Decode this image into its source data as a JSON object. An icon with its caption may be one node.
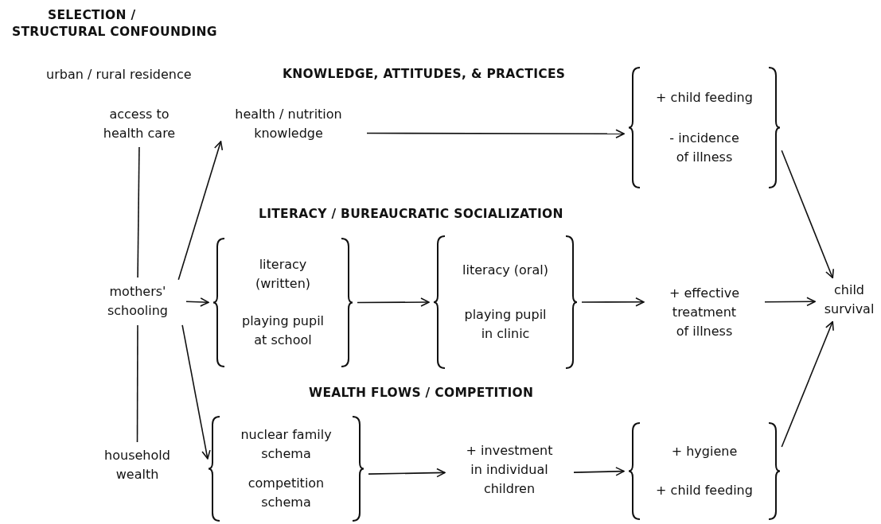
{
  "diagram": {
    "nodes": [
      {
        "text": [
          "access to health care"
        ]
      },
      {
        "text": [
          "health / nutrition knowledge"
        ]
      },
      {
        "text": [
          "+ child feeding",
          "- incidence of illness"
        ]
      },
      {
        "text": [
          "mothers' schooling"
        ]
      },
      {
        "text": [
          "literacy (written)",
          "playing pupil at school"
        ]
      },
      {
        "text": [
          "literacy (oral)",
          "playing pupil in clinic"
        ]
      },
      {
        "text": [
          "+ effective treatment of illness"
        ]
      },
      {
        "text": [
          "child survival"
        ]
      },
      {
        "text": [
          "household wealth"
        ]
      },
      {
        "text": [
          "nuclear family schema",
          "competition schema"
        ]
      },
      {
        "text": [
          "+ investment in individual children"
        ]
      },
      {
        "text": [
          "+ hygiene",
          "+ child feeding"
        ]
      }
    ],
    "edges": [
      {
        "from": 0,
        "to": 3,
        "arrow": "none"
      },
      {
        "from": 3,
        "to": 8,
        "arrow": "none"
      },
      {
        "from": 3,
        "to": 1,
        "arrow": "to"
      },
      {
        "from": 3,
        "to": 4,
        "arrow": "to"
      },
      {
        "from": 3,
        "to": 9,
        "arrow": "to"
      },
      {
        "from": 1,
        "to": 2,
        "arrow": "to"
      },
      {
        "from": 4,
        "to": 5,
        "arrow": "to"
      },
      {
        "from": 5,
        "to": 6,
        "arrow": "to"
      },
      {
        "from": 6,
        "to": 7,
        "arrow": "to"
      },
      {
        "from": 2,
        "to": 7,
        "arrow": "to"
      },
      {
        "from": 9,
        "to": 10,
        "arrow": "to"
      },
      {
        "from": 10,
        "to": 11,
        "arrow": "to"
      },
      {
        "from": 11,
        "to": 7,
        "arrow": "to"
      }
    ],
    "labels": [
      "SELECTION /",
      "STRUCTURAL CONFOUNDING",
      "urban / rural residence",
      "KNOWLEDGE, ATTITUDES, & PRACTICES",
      "LITERACY / BUREAUCRATIC SOCIALIZATION",
      "WEALTH FLOWS / COMPETITION"
    ]
  }
}
